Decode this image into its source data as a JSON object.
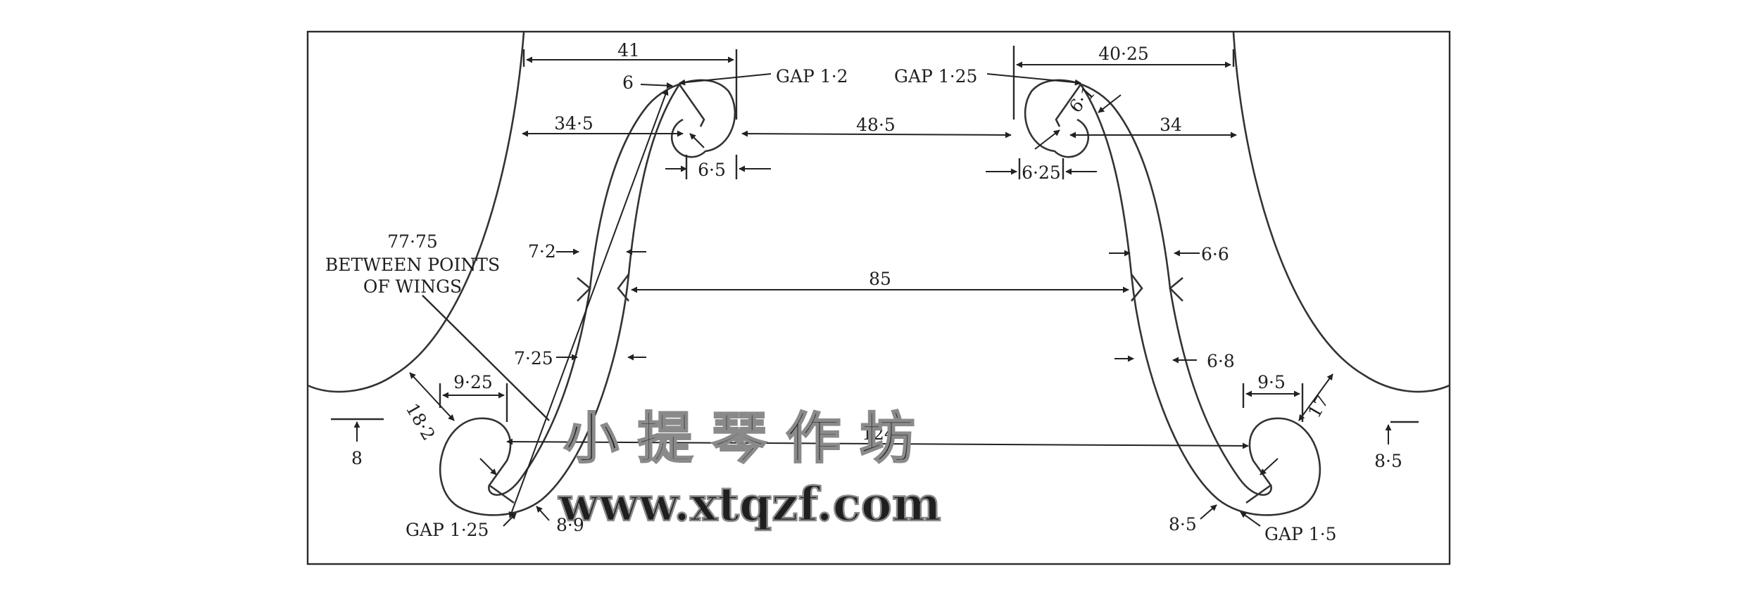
{
  "labels": {
    "top_left_width": "41",
    "top_right_width": "40·25",
    "gap_top_left": "GAP 1·2",
    "gap_top_right": "GAP 1·25",
    "six": "6",
    "six_one": "6·1",
    "d_34_5": "34·5",
    "d_48_5": "48·5",
    "d_34": "34",
    "d_6_5": "6·5",
    "d_6_25": "6·25",
    "d_7_2": "7·2",
    "d_6_6": "6·6",
    "d_85": "85",
    "wing_note_1": "77·75",
    "wing_note_2": "BETWEEN POINTS",
    "wing_note_3": "OF WINGS",
    "d_7_25": "7·25",
    "d_6_8": "6·8",
    "d_9_25": "9·25",
    "d_9_5": "9·5",
    "d_18_2": "18·2",
    "d_17": "17",
    "d_124": "124",
    "d_8": "8",
    "d_8_5_right": "8·5",
    "gap_bottom_left": "GAP 1·25",
    "d_8_9": "8·9",
    "d_8_5_bottom": "8·5",
    "gap_bottom_right": "GAP 1·5"
  },
  "watermark": {
    "chinese": "小 提 琴 作 坊",
    "url": "www.xtqzf.com"
  },
  "colors": {
    "line": "#2a2a2a",
    "background": "#ffffff",
    "watermark_stroke": "#8a8a8a"
  }
}
